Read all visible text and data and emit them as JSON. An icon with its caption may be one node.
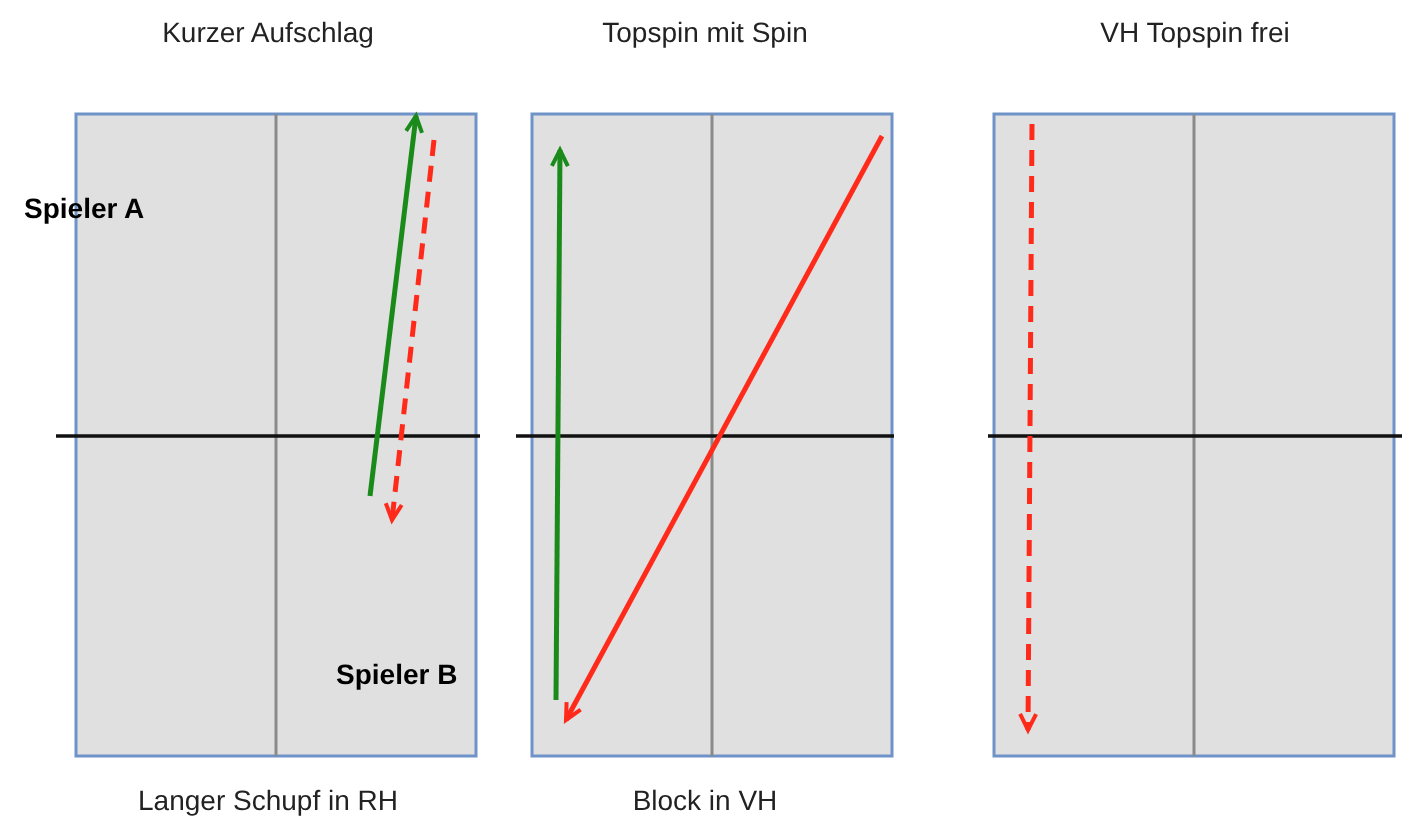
{
  "diagram": {
    "nodes": [
      {
        "text": [
          "Kurzer Aufschlag"
        ],
        "beside": [
          "Langer Schupf in RH"
        ]
      },
      {
        "text": [
          "Topspin mit Spin"
        ],
        "beside": [
          "Block in VH"
        ]
      },
      {
        "text": [
          "VH Topspin frei"
        ]
      }
    ],
    "labels": [
      "Spieler A",
      "Spieler B"
    ]
  }
}
